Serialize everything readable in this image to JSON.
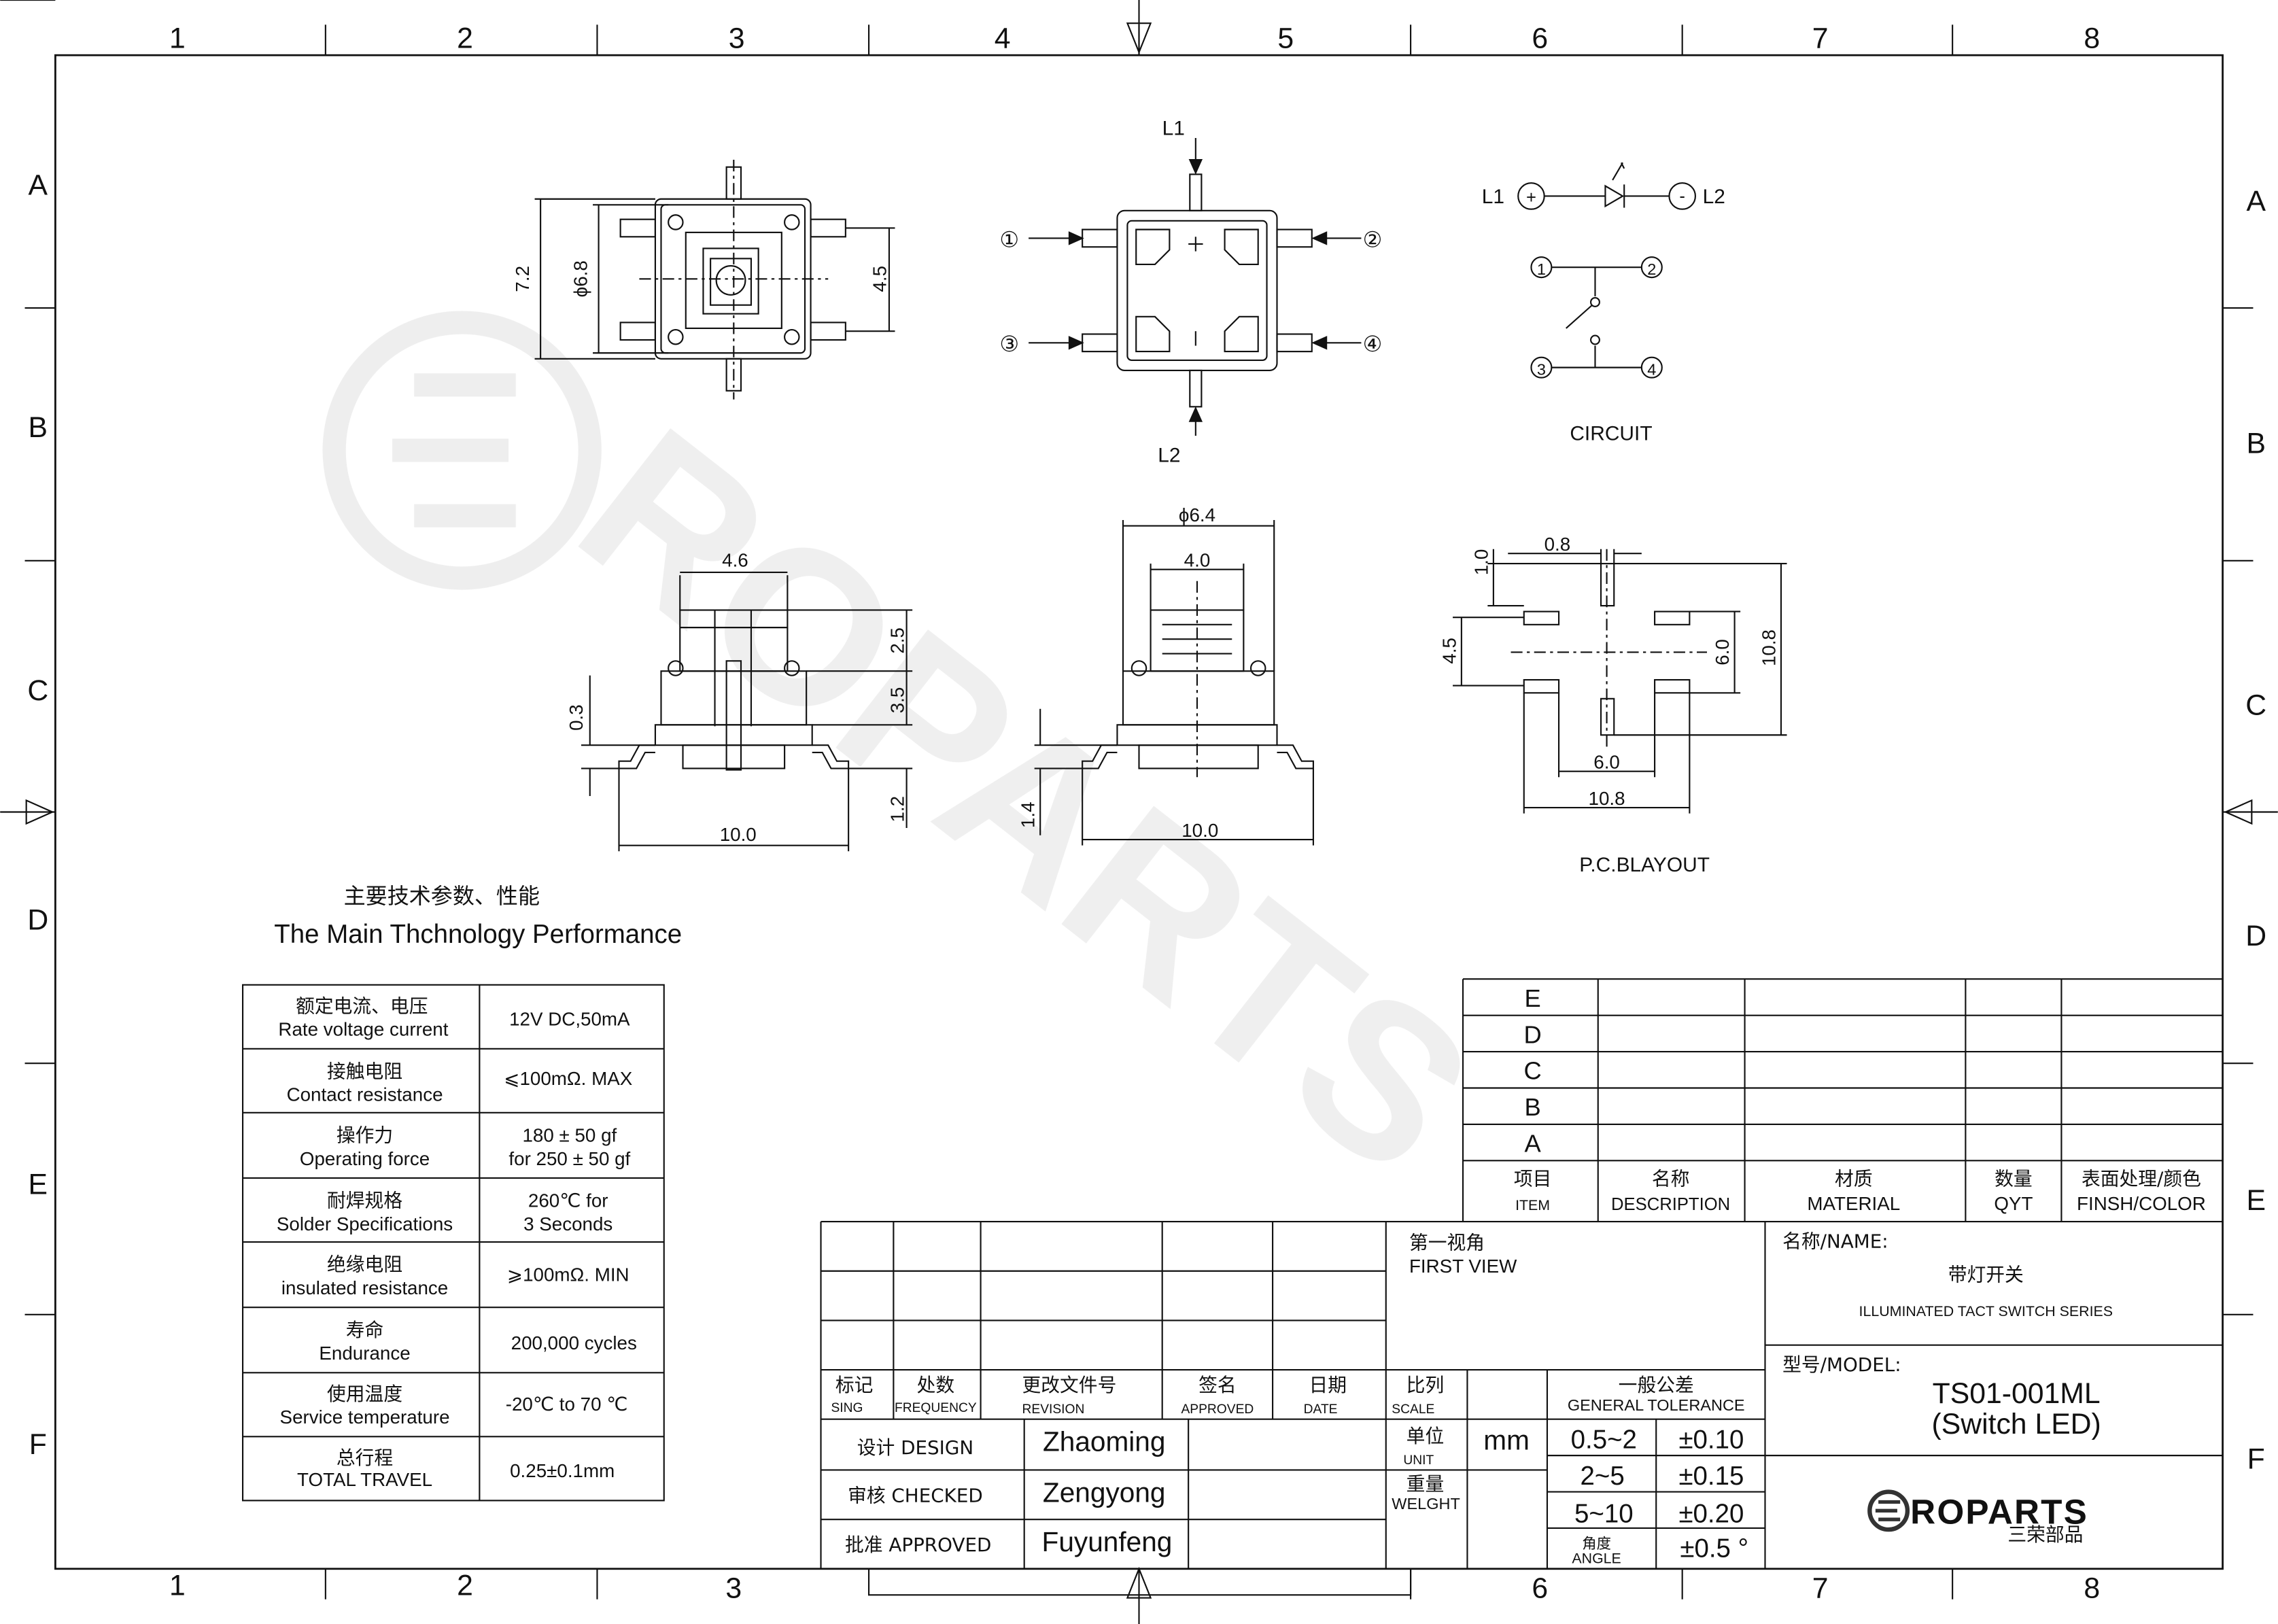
{
  "frame": {
    "columns": [
      "1",
      "2",
      "3",
      "4",
      "5",
      "6",
      "7",
      "8"
    ],
    "rows": [
      "A",
      "B",
      "C",
      "D",
      "E",
      "F"
    ]
  },
  "drawing": {
    "top_view": {
      "dims": [
        "7.2",
        "ϕ6.8",
        "4.5"
      ]
    },
    "bottom_view": {
      "pins": [
        "L1",
        "L2"
      ],
      "terminals": [
        "①",
        "②",
        "③",
        "④"
      ]
    },
    "circuit": {
      "caption": "CIRCUIT",
      "led_left": "L1",
      "led_right": "L2",
      "plus": "+",
      "minus": "-",
      "nodes": [
        "1",
        "2",
        "3",
        "4"
      ]
    },
    "side_view_1": {
      "dims": [
        "4.6",
        "2.5",
        "3.5",
        "0.3",
        "1.2",
        "10.0"
      ]
    },
    "side_view_2": {
      "dims": [
        "ϕ6.4",
        "4.0",
        "1.4",
        "10.0"
      ]
    },
    "pcb_layout": {
      "caption": "P.C.BLAYOUT",
      "dims": [
        "0.8",
        "1.0",
        "4.5",
        "6.0",
        "10.8",
        "6.0",
        "10.8"
      ]
    }
  },
  "specs": {
    "title_cn": "主要技术参数、性能",
    "title_en": "The Main Thchnology Performance",
    "rows": [
      {
        "cn": "额定电流、电压",
        "en": "Rate voltage current",
        "value": "12V DC,50mA"
      },
      {
        "cn": "接触电阻",
        "en": "Contact resistance",
        "value": "⩽100mΩ. MAX"
      },
      {
        "cn": "操作力",
        "en": "Operating  force",
        "value": "180 ± 50 gf",
        "value2": "for 250 ± 50 gf"
      },
      {
        "cn": "耐焊规格",
        "en": "Solder Specifications",
        "value": "260℃ for",
        "value2": "3 Seconds"
      },
      {
        "cn": "绝缘电阻",
        "en": "insulated resistance",
        "value": "⩾100mΩ. MIN"
      },
      {
        "cn": "寿命",
        "en": "Endurance",
        "value": "200,000 cycles"
      },
      {
        "cn": "使用温度",
        "en": "Service temperature",
        "value": "-20℃ to 70 ℃"
      },
      {
        "cn": "总行程",
        "en": "TOTAL TRAVEL",
        "value": "0.25±0.1mm"
      }
    ]
  },
  "bom": {
    "rows": [
      "E",
      "D",
      "C",
      "B",
      "A"
    ],
    "headers": [
      {
        "cn": "项目",
        "en": "ITEM"
      },
      {
        "cn": "名称",
        "en": "DESCRIPTION"
      },
      {
        "cn": "材质",
        "en": "MATERIAL"
      },
      {
        "cn": "数量",
        "en": "QYT"
      },
      {
        "cn": "表面处理/颜色",
        "en": "FINSH/COLOR"
      }
    ]
  },
  "title_block": {
    "rev_headers": [
      {
        "cn": "标记",
        "en": "SING"
      },
      {
        "cn": "处数",
        "en": "FREQUENCY"
      },
      {
        "cn": "更改文件号",
        "en": "REVISION"
      },
      {
        "cn": "签名",
        "en": "APPROVED"
      },
      {
        "cn": "日期",
        "en": "DATE"
      }
    ],
    "view_cn": "第一视角",
    "view_en": "FIRST VIEW",
    "scale_cn": "比列",
    "scale_en": "SCALE",
    "tol_cn": "一般公差",
    "tol_en": "GENERAL TOLERANCE",
    "unit_cn": "单位",
    "unit_en": "UNIT",
    "unit_value": "mm",
    "weight_cn": "重量",
    "weight_en": "WELGHT",
    "angle_cn": "角度",
    "angle_en": "ANGLE",
    "tolerances": [
      {
        "range": "0.5~2",
        "value": "±0.10"
      },
      {
        "range": "2~5",
        "value": "±0.15"
      },
      {
        "range": "5~10",
        "value": "±0.20"
      },
      {
        "range": "",
        "value": "±0.5 °"
      }
    ],
    "signatures": [
      {
        "role": "设计 DESIGN",
        "name": "Zhaoming"
      },
      {
        "role": "审核 CHECKED",
        "name": "Zengyong"
      },
      {
        "role": "批准 APPROVED",
        "name": "Fuyunfeng"
      }
    ],
    "name_label": "名称/NAME:",
    "name_cn": "带灯开关",
    "name_en": "ILLUMINATED TACT SWITCH SERIES",
    "model_label": "型号/MODEL:",
    "model": "TS01-001ML",
    "model_sub": "(Switch LED)",
    "logo_text": "ROPARTS",
    "logo_cn": "三荣部品"
  }
}
